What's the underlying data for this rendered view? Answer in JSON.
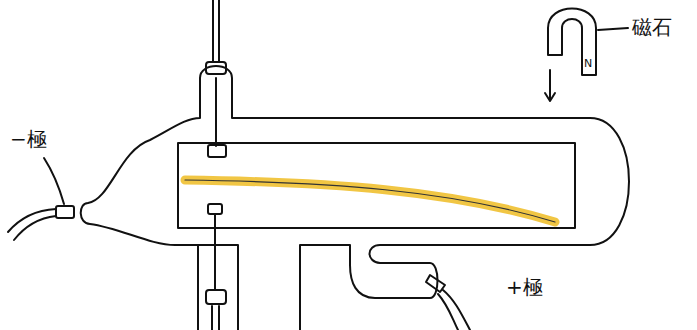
{
  "diagram": {
    "labels": [
      "−極",
      "磁石",
      "N",
      "+極"
    ]
  }
}
